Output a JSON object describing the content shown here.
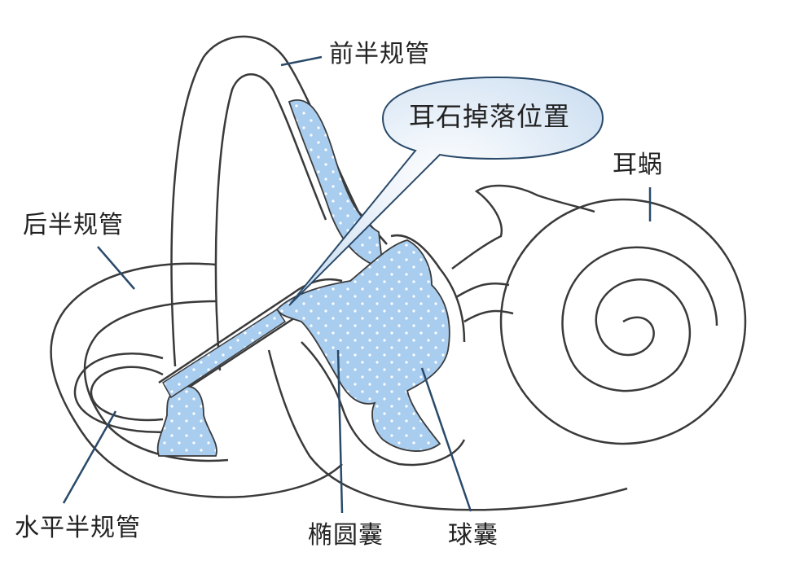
{
  "labels": {
    "anterior_canal": "前半规管",
    "otolith_location": "耳石掉落位置",
    "cochlea": "耳蜗",
    "posterior_canal": "后半规管",
    "horizontal_canal": "水平半规管",
    "utricle": "椭圆囊",
    "saccule": "球囊"
  },
  "colors": {
    "outline": "#3a3a3a",
    "leader_line": "#2a4a6a",
    "fluid_fill": "#a9cdef",
    "fluid_dots": "#ffffff",
    "callout_fill": "#dce9f5"
  },
  "icons": {
    "fluid_pattern": "dotted-fluid"
  }
}
